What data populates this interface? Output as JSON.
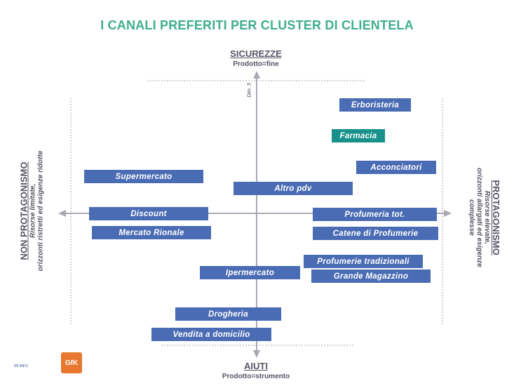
{
  "title": "I CANALI PREFERITI PER CLUSTER DI CLIENTELA",
  "axes": {
    "top": {
      "label": "SICUREZZE",
      "sublabel": "Prodotto=fine"
    },
    "bottom": {
      "label": "AIUTI",
      "sublabel": "Prodotto=strumento"
    },
    "left": {
      "label": "NON PROTAGONISMO",
      "sublabel_lines": [
        "Risorse limitate,",
        "orizzonti ristretti ed esigenze ridotte"
      ]
    },
    "right": {
      "label": "PROTAGONISMO",
      "sublabel_lines": [
        "Risorse elevate,",
        "orizzonti allargati ed esigenze",
        "complesse"
      ]
    },
    "dimension_label": "Dim. 3"
  },
  "channels": [
    {
      "id": "erboristeria",
      "label": "Erboristeria",
      "highlight": false
    },
    {
      "id": "farmacia",
      "label": "Farmacia",
      "highlight": true
    },
    {
      "id": "acconciatori",
      "label": "Acconciatori",
      "highlight": false
    },
    {
      "id": "supermercato",
      "label": "Supermercato",
      "highlight": false
    },
    {
      "id": "altro-pdv",
      "label": "Altro pdv",
      "highlight": false
    },
    {
      "id": "discount",
      "label": "Discount",
      "highlight": false
    },
    {
      "id": "profumeria-tot",
      "label": "Profumeria tot.",
      "highlight": false
    },
    {
      "id": "mercato-rionale",
      "label": "Mercato Rionale",
      "highlight": false
    },
    {
      "id": "catene-profumerie",
      "label": "Catene di Profumerie",
      "highlight": false
    },
    {
      "id": "profumerie-tradizionali",
      "label": "Profumerie tradizionali",
      "highlight": false
    },
    {
      "id": "grande-magazzino",
      "label": "Grande Magazzino",
      "highlight": false
    },
    {
      "id": "ipermercato",
      "label": "Ipermercato",
      "highlight": false
    },
    {
      "id": "drogheria",
      "label": "Drogheria",
      "highlight": false
    },
    {
      "id": "vendita-domicilio",
      "label": "Vendita a domicilio",
      "highlight": false
    }
  ],
  "logos": {
    "left_text": "IRI INFO",
    "gfk_text": "GfK"
  },
  "colors": {
    "title": "#3fae8e",
    "box": "#4a6cb4",
    "box_highlight": "#17918a",
    "axis": "#a9a9b5",
    "text_dark": "#555566",
    "text_axis_label": "#3a3a4a",
    "gfk": "#e8782f",
    "logo_left": "#2c4f8c"
  }
}
